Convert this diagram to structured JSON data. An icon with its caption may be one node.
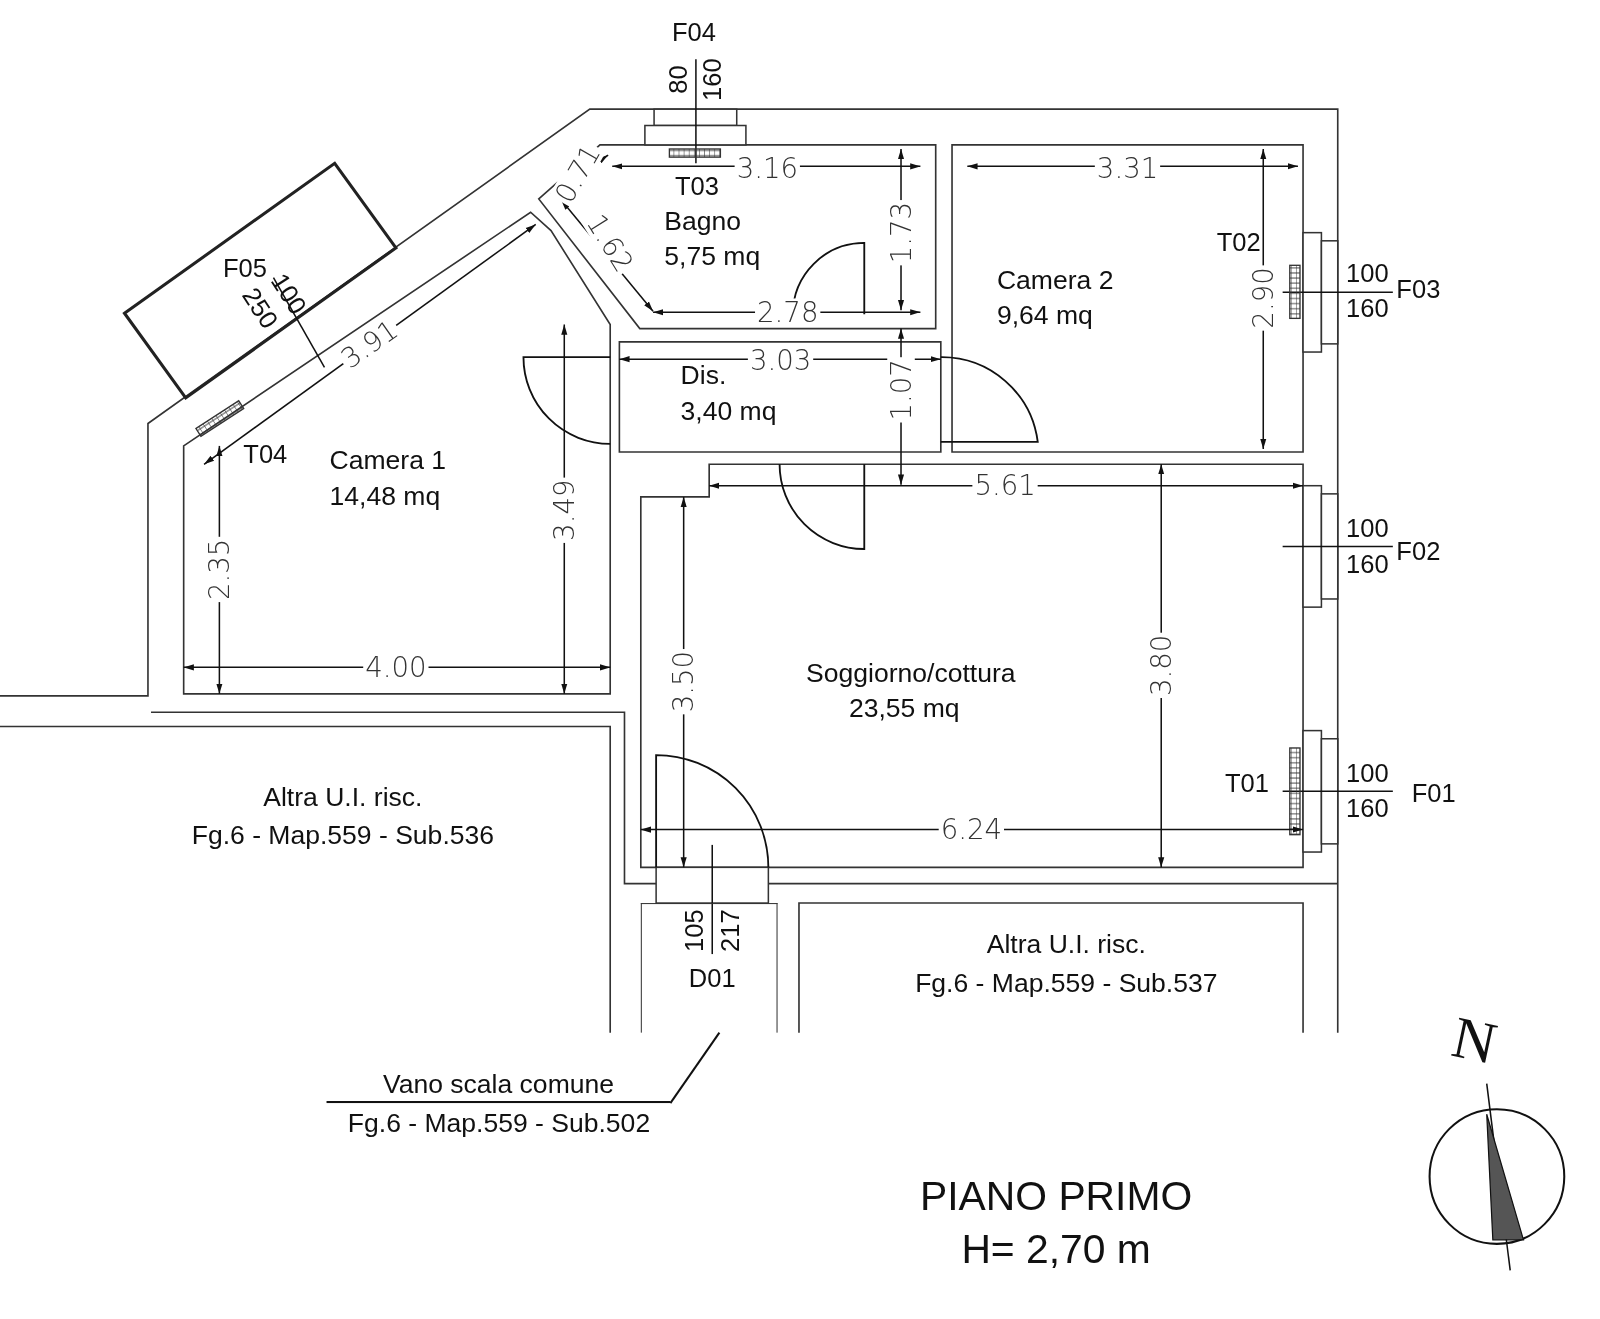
{
  "diagram": {
    "title": "PIANO PRIMO",
    "nodes": [
      {
        "text": [
          "Bagno",
          "5,75 mq"
        ]
      },
      {
        "text": [
          "Camera 2",
          "9,64 mq"
        ]
      },
      {
        "text": [
          "Camera 1",
          "14,48 mq"
        ]
      },
      {
        "text": [
          "Dis.",
          "3,40 mq"
        ]
      },
      {
        "text": [
          "Soggiorno/cottura",
          "23,55 mq"
        ]
      },
      {
        "text": [
          "Altra U.I. risc.",
          "Fg.6 - Map.559 - Sub.536"
        ]
      },
      {
        "text": [
          "Altra U.I. risc.",
          "Fg.6 - Map.559 - Sub.537"
        ]
      },
      {
        "text": [
          "Vano scala comune",
          "Fg.6 - Map.559 - Sub.502"
        ]
      },
      {
        "text": [],
        "shape": "box"
      }
    ],
    "edges": [
      {
        "from": 7,
        "to": 8,
        "arrow": "none"
      }
    ],
    "labels": [
      "F04",
      "80",
      "160",
      "0.71",
      "3.16",
      "T03",
      "3.31",
      "1.62",
      "1.73",
      "T02",
      "F05",
      "100",
      "250",
      "100",
      "F03",
      "2.90",
      "160",
      "2.78",
      "3.91",
      "3.03",
      "1.07",
      "T04",
      "5.61",
      "3.49",
      "100",
      "F02",
      "160",
      "2.35",
      "4.00",
      "3.80",
      "3.50",
      "100",
      "T01",
      "F01",
      "160",
      "6.24",
      "105",
      "217",
      "D01",
      "N",
      "H= 2,70 m"
    ]
  }
}
